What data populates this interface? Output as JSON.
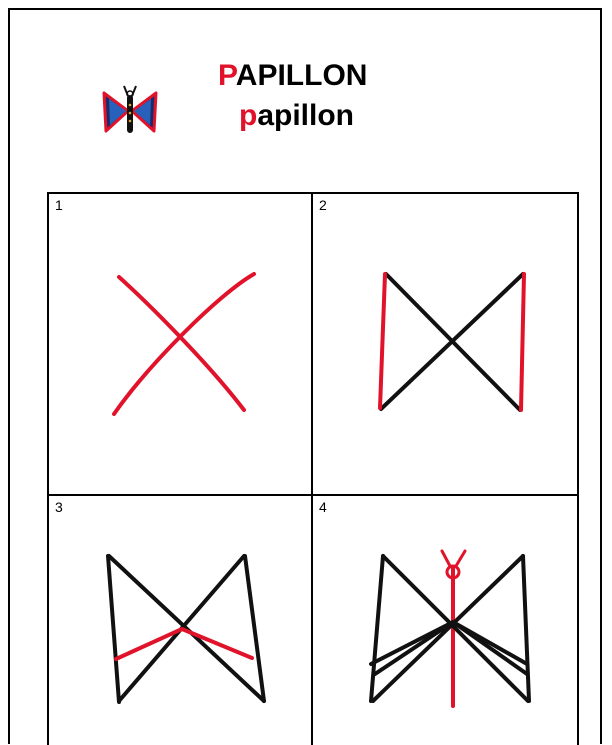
{
  "header": {
    "title_upper_first": "P",
    "title_upper_rest": "APILLON",
    "title_lower_first": "p",
    "title_lower_rest": "apillon",
    "logo_icon": "butterfly-icon"
  },
  "steps": [
    {
      "number": "1"
    },
    {
      "number": "2"
    },
    {
      "number": "3"
    },
    {
      "number": "4"
    }
  ],
  "colors": {
    "accent_red": "#e0132a",
    "ink": "#111111",
    "wing_blue": "#2a6fd1",
    "wing_dark": "#1a2b6b"
  }
}
